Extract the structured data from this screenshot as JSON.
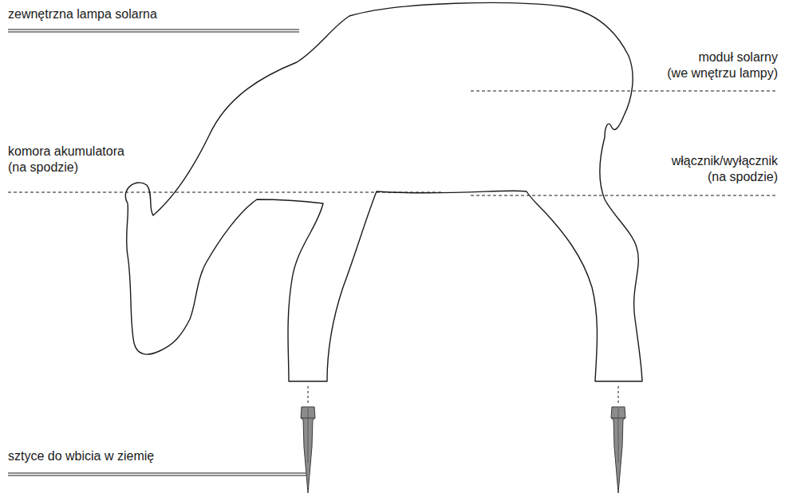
{
  "diagram": {
    "labels": [
      "zewnętrzna lampa solarna",
      "moduł solarny (we wnętrzu lampy)",
      "komora akumulatora (na spodzie)",
      "włącznik/wyłącznik (na spodzie)",
      "sztyce do wbicia w ziemię"
    ]
  }
}
